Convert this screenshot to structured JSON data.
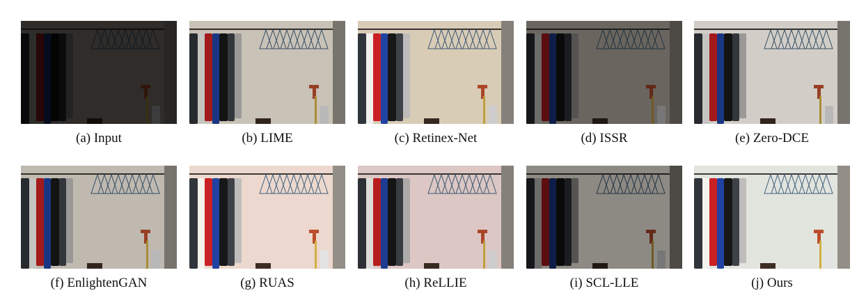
{
  "figure": {
    "panels": [
      {
        "caption": "(a) Input",
        "wall": "#2f2c29",
        "tone": "dark"
      },
      {
        "caption": "(b) LIME",
        "wall": "#c9c2b6",
        "tone": "normal"
      },
      {
        "caption": "(c) Retinex-Net",
        "wall": "#d8ccb7",
        "tone": "warm"
      },
      {
        "caption": "(d) ISSR",
        "wall": "#6a655f",
        "tone": "dim"
      },
      {
        "caption": "(e) Zero-DCE",
        "wall": "#d2cec7",
        "tone": "normal"
      },
      {
        "caption": "(f) EnlightenGAN",
        "wall": "#bfb9b0",
        "tone": "normal"
      },
      {
        "caption": "(g) RUAS",
        "wall": "#ecd8ce",
        "tone": "bright"
      },
      {
        "caption": "(h) ReLLIE",
        "wall": "#dcc7c4",
        "tone": "pink"
      },
      {
        "caption": "(i) SCL-LLE",
        "wall": "#8d8a84",
        "tone": "dim"
      },
      {
        "caption": "(j) Ours",
        "wall": "#e2e4de",
        "tone": "bright"
      }
    ]
  }
}
